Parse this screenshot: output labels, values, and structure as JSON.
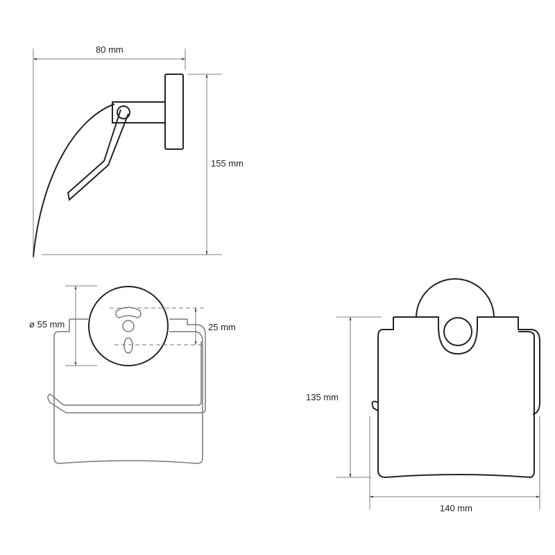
{
  "labels": {
    "side_width": "80 mm",
    "side_height": "155 mm",
    "rosette_diameter": "ø 55 mm",
    "hole_spacing": "25 mm",
    "front_height": "135 mm",
    "front_width": "140 mm"
  }
}
